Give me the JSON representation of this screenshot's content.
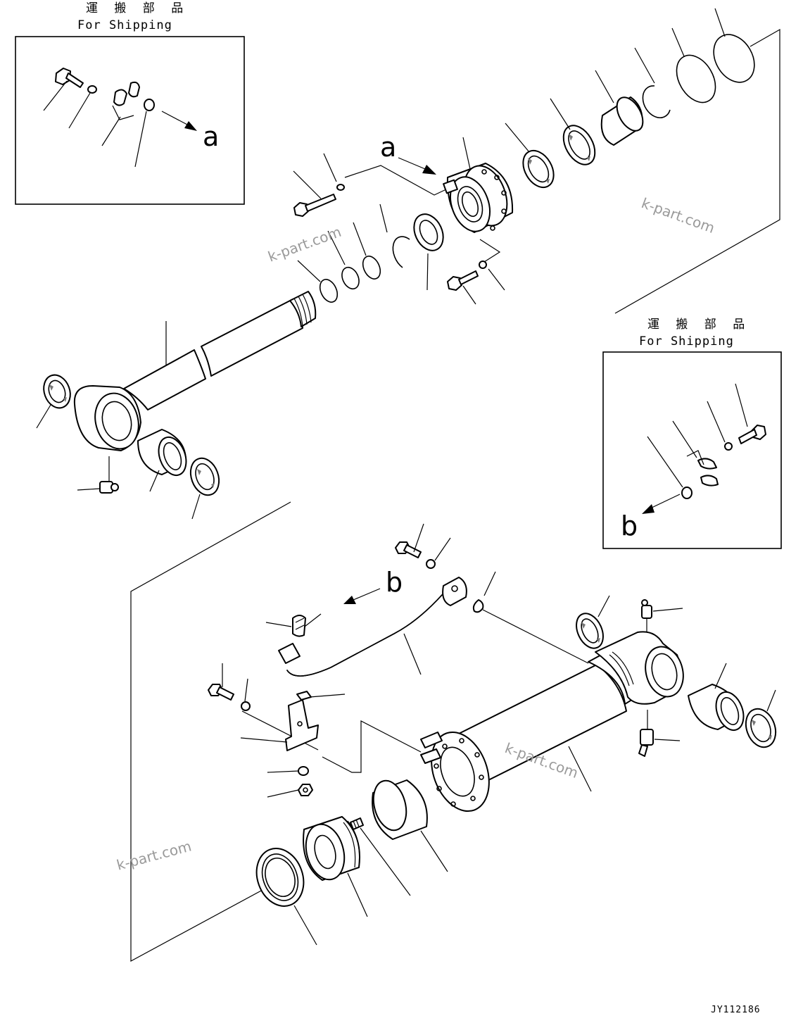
{
  "shipping_box_top": {
    "title_jp": "運 搬 部 品",
    "title_en": "For Shipping",
    "ref_letter": "a"
  },
  "shipping_box_right": {
    "title_jp": "運 搬 部 品",
    "title_en": "For Shipping",
    "ref_letter": "b"
  },
  "upper_assembly": {
    "ref_letter": "a"
  },
  "lower_assembly": {
    "ref_letter": "b"
  },
  "watermarks": [
    "k-part.com",
    "k-part.com",
    "k-part.com",
    "k-part.com"
  ],
  "drawing_code": "JY112186"
}
